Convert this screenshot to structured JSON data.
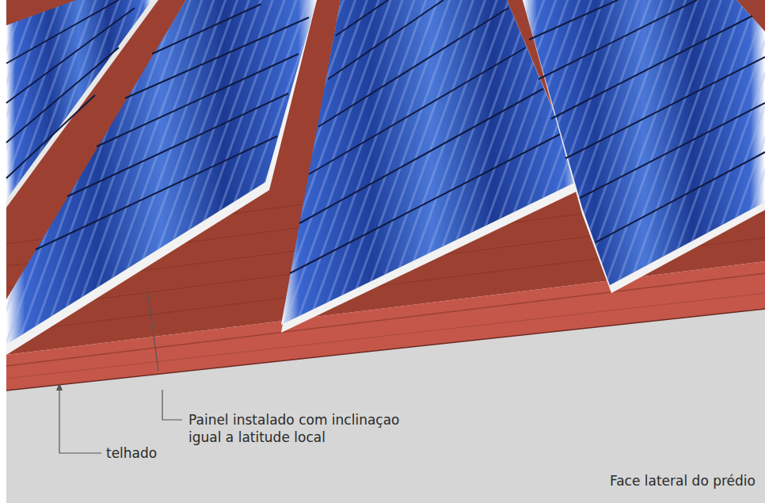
{
  "diagram": {
    "labels": [
      "Painel instalado com inclinaçao igual a latitude local",
      "telhado",
      "Face lateral do prédio"
    ]
  }
}
